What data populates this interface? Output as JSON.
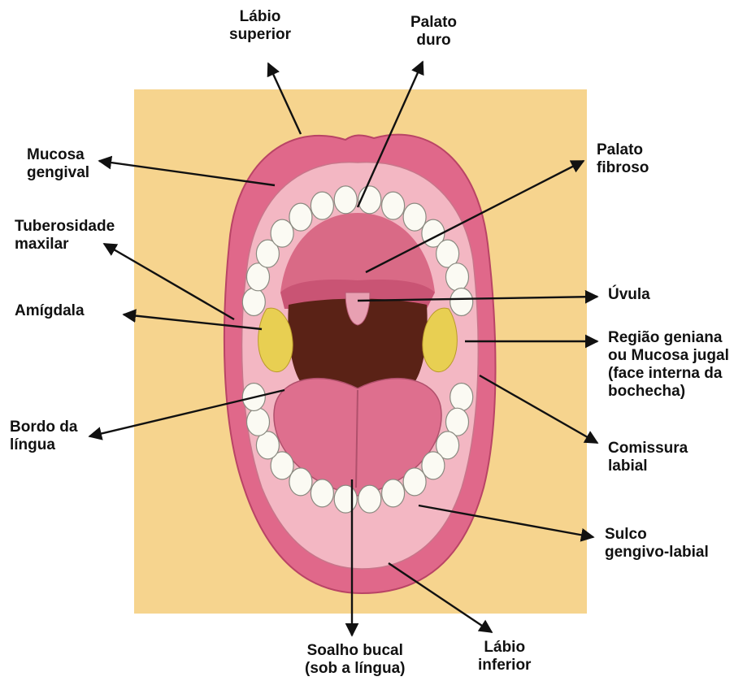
{
  "labels": {
    "labio_superior": [
      "Lábio",
      "superior"
    ],
    "palato_duro": [
      "Palato",
      "duro"
    ],
    "mucosa_gengival": [
      "Mucosa",
      "gengival"
    ],
    "palato_fibroso": [
      "Palato",
      "fibroso"
    ],
    "tuberosidade_maxilar": [
      "Tuberosidade",
      "maxilar"
    ],
    "uvula": [
      "Úvula"
    ],
    "amigdala": [
      "Amígdala"
    ],
    "regiao_geniana": [
      "Região geniana",
      "ou Mucosa jugal",
      "(face interna da",
      "bochecha)"
    ],
    "bordo_lingua": [
      "Bordo da",
      "língua"
    ],
    "comissura_labial": [
      "Comissura",
      "labial"
    ],
    "sulco_gengivo_labial": [
      "Sulco",
      "gengivo-labial"
    ],
    "soalho_bucal": [
      "Soalho bucal",
      "(sob a língua)"
    ],
    "labio_inferior": [
      "Lábio",
      "inferior"
    ]
  },
  "colors": {
    "background_panel": "#f6d48e",
    "lip": "#e0688a",
    "lip_dark": "#c94d72",
    "gum": "#f3b7c3",
    "palate": "#d96a86",
    "throat": "#5a2216",
    "tonsil": "#e8cf52",
    "tongue": "#de6f8e",
    "tooth": "#fbfaf3",
    "arrow": "#111111"
  }
}
